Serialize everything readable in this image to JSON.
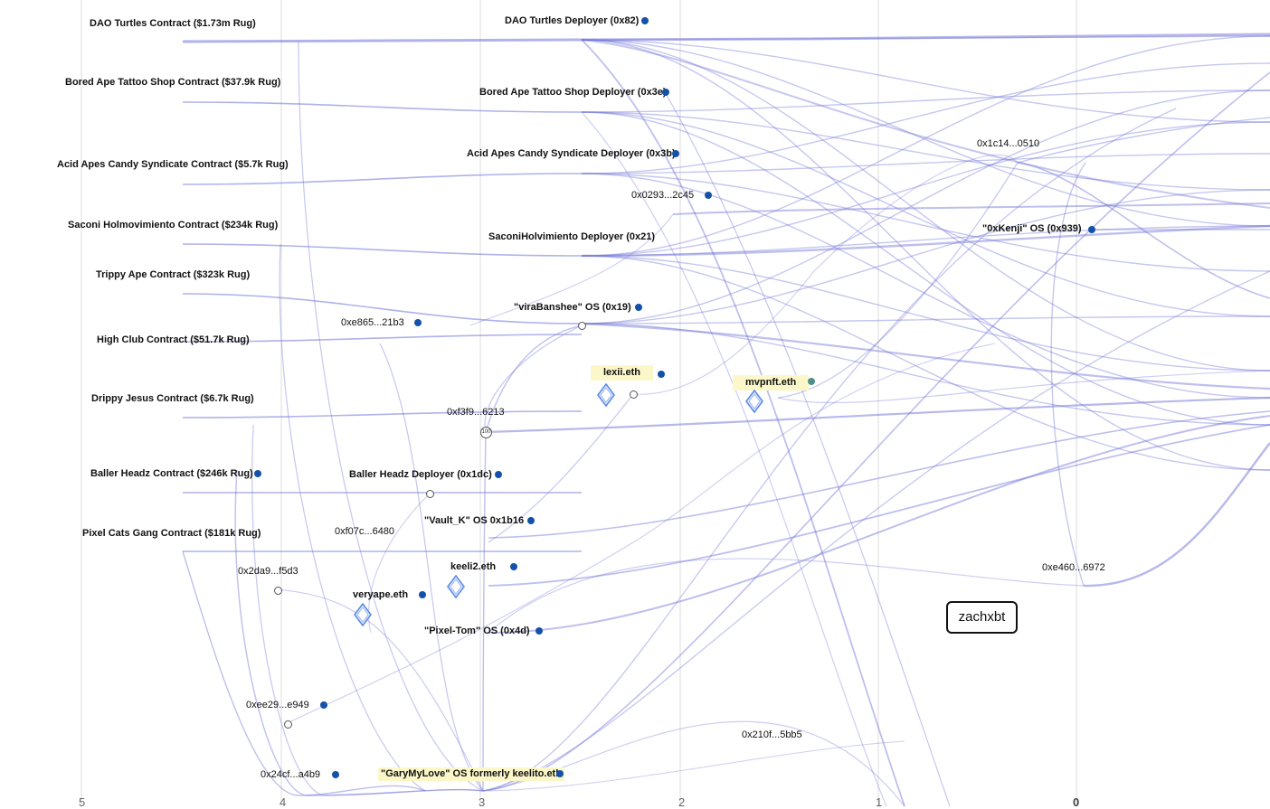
{
  "colors": {
    "edge": "#6f72d8",
    "dot": "#1452a8",
    "highlight": "#fbf7c8",
    "grid": "#dcdcdc"
  },
  "axis": {
    "ticks": [
      "5",
      "4",
      "3",
      "2",
      "1",
      "0"
    ]
  },
  "watermark": "zachxbt",
  "contracts": [
    "DAO Turtles Contract ($1.73m Rug)",
    "Bored Ape Tattoo Shop Contract ($37.9k Rug)",
    "Acid Apes Candy Syndicate Contract ($5.7k Rug)",
    "Saconi Holmovimiento Contract ($234k Rug)",
    "Trippy Ape Contract ($323k Rug)",
    "High Club Contract ($51.7k Rug)",
    "Drippy Jesus Contract ($6.7k Rug)",
    "Baller Headz Contract ($246k Rug)",
    "Pixel Cats Gang Contract ($181k Rug)"
  ],
  "deployers": [
    "DAO Turtles Deployer (0x82)",
    "Bored Ape Tattoo Shop Deployer (0x3e)",
    "Acid Apes Candy Syndicate Deployer (0x3b)",
    "SaconiHolvimiento Deployer (0x21)",
    "Baller Headz Deployer (0x1dc)"
  ],
  "accounts": {
    "virabanshee": "\"viraBanshee\" OS (0x19)",
    "lexii": "lexii.eth",
    "mvpnft": "mvpnft.eth",
    "vault_k": "\"Vault_K\" OS 0x1b16",
    "keeli2": "keeli2.eth",
    "veryape": "veryape.eth",
    "pixel_tom": "\"Pixel-Tom\" OS (0x4d)",
    "garymylove": "\"GaryMyLove\" OS formerly keelito.eth",
    "kenji": "\"0xKenji\" OS (0x939)"
  },
  "addresses": {
    "a0293": "0x0293...2c45",
    "ae865": "0xe865...21b3",
    "af3f9": "0xf3f9...6213",
    "af07c": "0xf07c...6480",
    "a2da9": "0x2da9...f5d3",
    "aee29": "0xee29...e949",
    "a24cf": "0x24cf...a4b9",
    "a1c14": "0x1c14...0510",
    "ae460": "0xe460...6972",
    "a210f": "0x210f...5bb5"
  },
  "badge_100": "100",
  "icons": {
    "ens": "ethereum-diamond-icon",
    "node": "circle-node-icon"
  }
}
